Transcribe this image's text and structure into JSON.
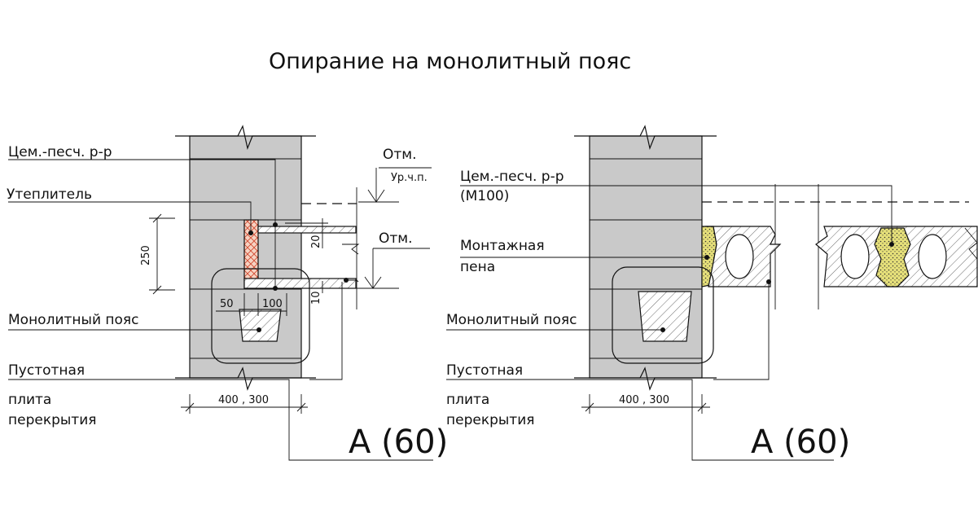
{
  "title": "Опирание на монолитный пояс",
  "left_detail": {
    "labels": {
      "mortar": "Цем.-песч. р-р",
      "insulation": "Утеплитель",
      "belt": "Монолитный пояс",
      "slab_line1": "Пустотная",
      "slab_line2": "плита",
      "slab_line3": "перекрытия"
    },
    "level_top": "Отм.",
    "level_top_sub": "Ур.ч.п.",
    "level_bottom": "Отм.",
    "dims": {
      "height": "250",
      "gap_top": "20",
      "gap_bottom": "10",
      "ins_width": "50",
      "belt_offset": "100",
      "wall": "400 , 300"
    },
    "section_tag": "А (60)"
  },
  "right_detail": {
    "labels": {
      "mortar": "Цем.-песч. р-р",
      "mortar_grade": "(М100)",
      "foam_line1": "Монтажная",
      "foam_line2": "пена",
      "belt": "Монолитный пояс",
      "slab_line1": "Пустотная",
      "slab_line2": "плита",
      "slab_line3": "перекрытия"
    },
    "dims": {
      "wall": "400 , 300"
    },
    "section_tag": "А (60)"
  }
}
